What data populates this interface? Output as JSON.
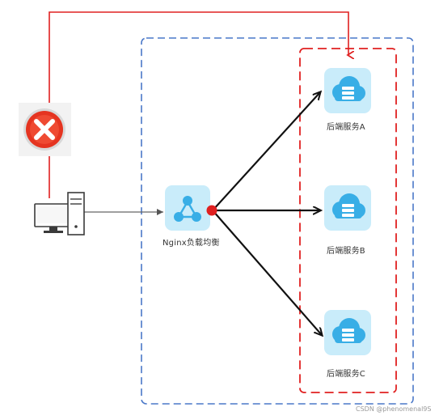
{
  "diagram": {
    "nginx_label": "Nginx负载均衡",
    "server_labels": [
      "后端服务A",
      "后端服务B",
      "后端服务C"
    ],
    "watermark": "CSDN @phenomenal9S",
    "colors": {
      "blue_frame": "#4a78c8",
      "red_frame": "#e02020",
      "red_path": "#e02020",
      "icon_tile": "#c9ecfa",
      "icon_cloud": "#38aee6",
      "arrow": "#111111"
    },
    "icons": {
      "client": "desktop-computer-icon",
      "error": "red-x-error-icon",
      "nginx": "share-nodes-icon",
      "server": "cloud-server-icon"
    }
  }
}
